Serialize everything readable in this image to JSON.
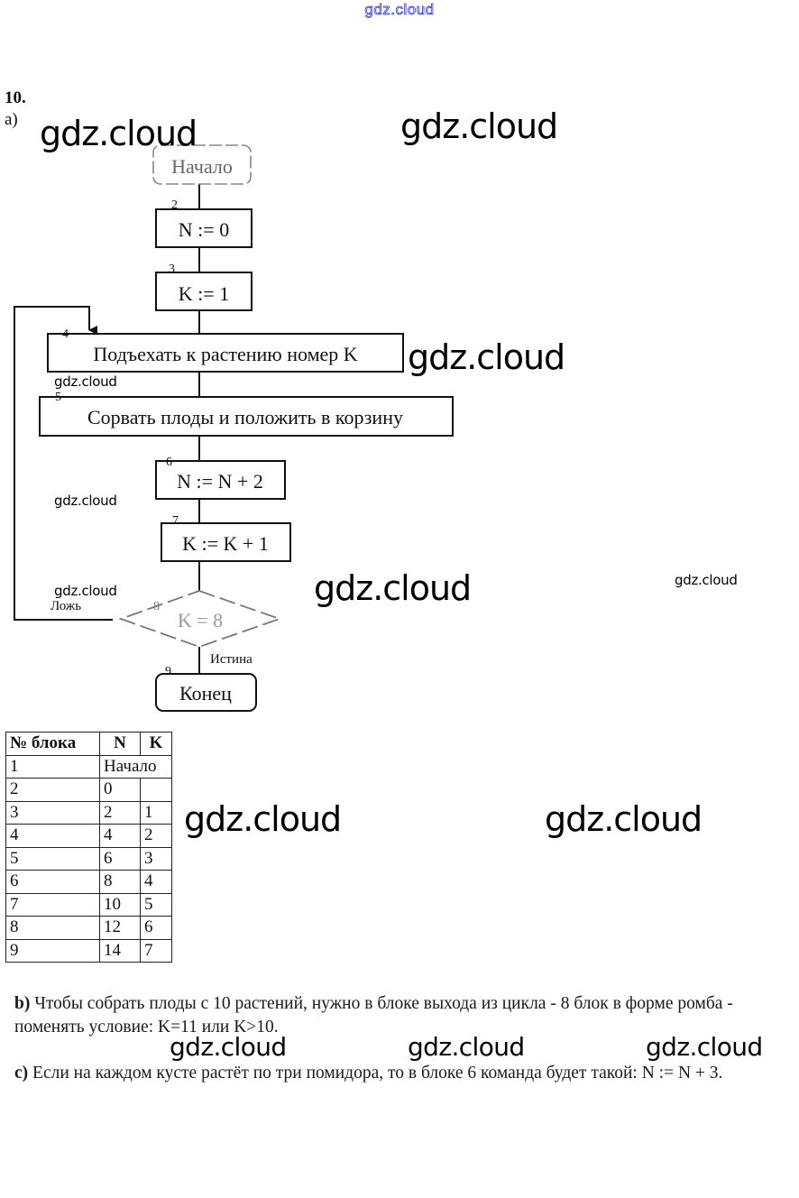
{
  "watermarks": {
    "top": "gdz.cloud",
    "big": [
      "gdz.cloud",
      "gdz.cloud",
      "gdz.cloud",
      "gdz.cloud",
      "gdz.cloud",
      "gdz.cloud",
      "gdz.cloud",
      "gdz.cloud",
      "gdz.cloud"
    ],
    "small": [
      "gdz.cloud",
      "gdz.cloud",
      "gdz.cloud",
      "gdz.cloud"
    ]
  },
  "task": {
    "number": "10.",
    "part_a_label": "а)"
  },
  "flowchart": {
    "blocks": [
      {
        "id": "1",
        "label": "Начало",
        "type": "terminal"
      },
      {
        "id": "2",
        "label": "N := 0",
        "type": "process"
      },
      {
        "id": "3",
        "label": "K := 1",
        "type": "process"
      },
      {
        "id": "4",
        "label": "Подъехать к растению номер K",
        "type": "process"
      },
      {
        "id": "5",
        "label": "Сорвать плоды и положить в корзину",
        "type": "process"
      },
      {
        "id": "6",
        "label": "N := N + 2",
        "type": "process"
      },
      {
        "id": "7",
        "label": "K := K + 1",
        "type": "process"
      },
      {
        "id": "8",
        "label": "K = 8",
        "type": "decision"
      },
      {
        "id": "9",
        "label": "Конец",
        "type": "terminal"
      }
    ],
    "false_branch_label": "Ложь",
    "true_branch_label": "Истина"
  },
  "trace_table": {
    "headers": [
      "№ блока",
      "N",
      "K"
    ],
    "rows": [
      [
        "1",
        "Начало",
        ""
      ],
      [
        "2",
        "0",
        ""
      ],
      [
        "3",
        "2",
        "1"
      ],
      [
        "4",
        "4",
        "2"
      ],
      [
        "5",
        "6",
        "3"
      ],
      [
        "6",
        "8",
        "4"
      ],
      [
        "7",
        "10",
        "5"
      ],
      [
        "8",
        "12",
        "6"
      ],
      [
        "9",
        "14",
        "7"
      ]
    ]
  },
  "answers": {
    "b_label": "b)",
    "b_text": " Чтобы собрать плоды с 10 растений, нужно в блоке выхода из цикла  - 8 блок в форме ромба - поменять условие: K=11 или K>10.",
    "c_label": "c)",
    "c_text": " Если на каждом кусте растёт по три помидора, то в блоке 6 команда будет такой: N := N + 3."
  }
}
